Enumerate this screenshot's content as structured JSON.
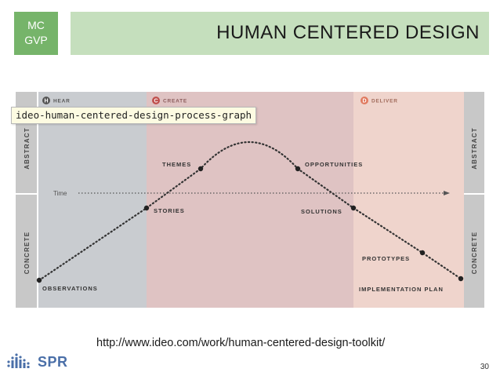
{
  "header": {
    "badge_line1": "MC",
    "badge_line2": "GVP",
    "title": "HUMAN CENTERED DESIGN"
  },
  "diagram": {
    "phases": [
      {
        "letter": "H",
        "label": "HEAR"
      },
      {
        "letter": "C",
        "label": "CREATE"
      },
      {
        "letter": "D",
        "label": "DELIVER"
      }
    ],
    "side_labels": {
      "abstract": "ABSTRACT",
      "concrete": "CONCRETE"
    },
    "time_label": "Time",
    "steps": {
      "observations": "OBSERVATIONS",
      "stories": "STORIES",
      "themes": "THEMES",
      "opportunities": "OPPORTUNITIES",
      "solutions": "SOLUTIONS",
      "prototypes": "PROTOTYPES",
      "implementation": "IMPLEMENTATION PLAN"
    },
    "colors": {
      "hear": "#c9ccd0",
      "create": "#dfc3c3",
      "deliver": "#efd4cc",
      "side": "#c8c8c8",
      "accent_create": "#c0504d",
      "accent_deliver": "#e07a5f"
    }
  },
  "tooltip": "ideo-human-centered-design-process-graph",
  "source_link": "http://www.ideo.com/work/human-centered-design-toolkit/",
  "page_number": "30",
  "logo": {
    "text": "SPR",
    "icon": "bar-chart-logo-icon"
  }
}
